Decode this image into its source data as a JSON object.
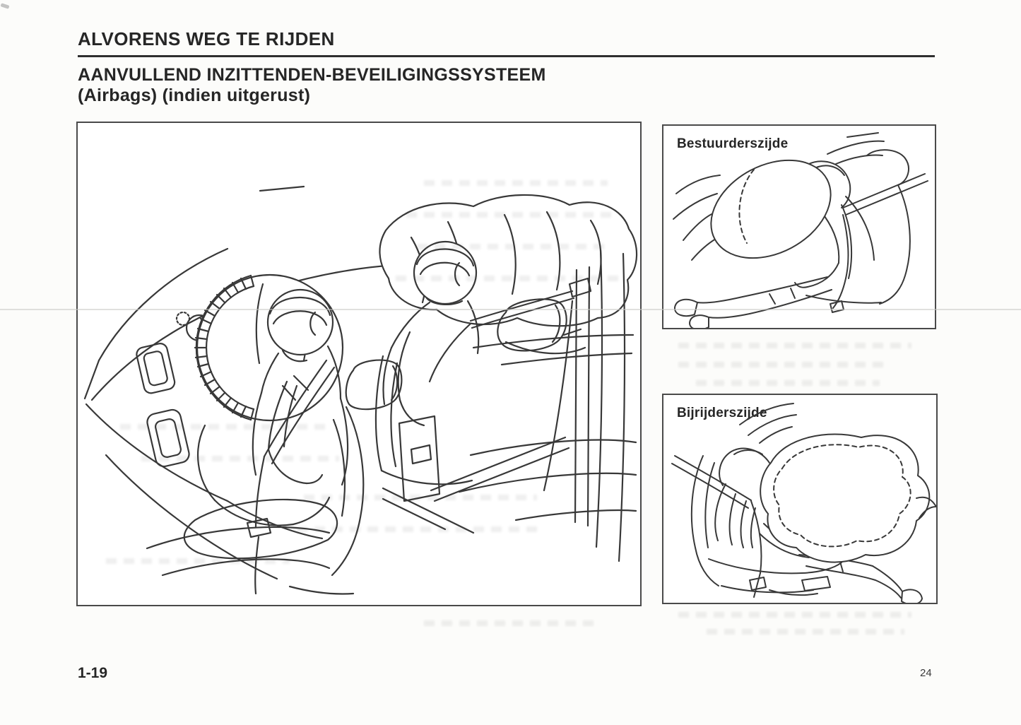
{
  "page": {
    "header": "ALVORENS WEG TE RIJDEN",
    "title_line1": "AANVULLEND INZITTENDEN-BEVEILIGINGSSYSTEEM",
    "title_line2": "(Airbags) (indien uitgerust)",
    "page_number_left": "1-19",
    "page_number_right": "24"
  },
  "figures": {
    "driver_side": {
      "label": "Bestuurderszijde"
    },
    "passenger_side": {
      "label": "Bijrijderszijde"
    }
  },
  "colors": {
    "paper": "#fcfcfa",
    "ink": "#262626",
    "line_art": "#383838",
    "box_border": "#4a4a4a"
  }
}
